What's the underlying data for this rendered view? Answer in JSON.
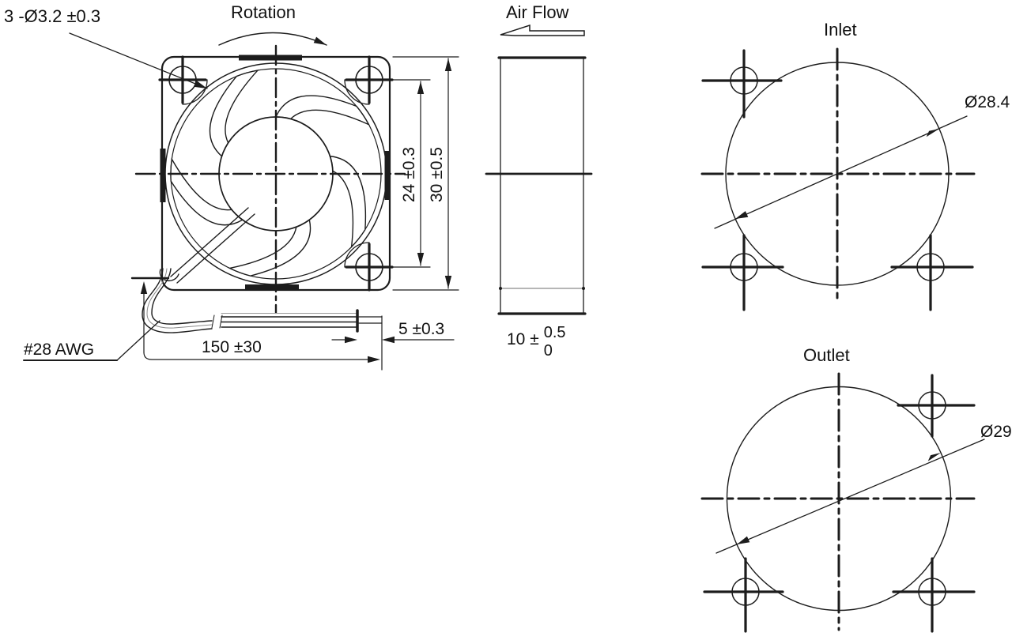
{
  "labels": {
    "front": {
      "hole_callout": "3 -Ø3.2 ±0.3",
      "rotation": "Rotation",
      "hole_pitch": "24 ±0.3",
      "frame_size": "30 ±0.5",
      "lead_length": "150 ±30",
      "strip_length": "5 ±0.3",
      "wire_gauge": "#28 AWG"
    },
    "side": {
      "air_flow": "Air Flow",
      "depth_nominal": "10 ±",
      "depth_tol_upper": "0.5",
      "depth_tol_lower": "0"
    },
    "inlet": {
      "title": "Inlet",
      "opening_diameter": "Ø28.4"
    },
    "outlet": {
      "title": "Outlet",
      "opening_diameter": "Ø29"
    }
  },
  "colors": {
    "line": "#1c1c1c",
    "background": "#ffffff"
  }
}
